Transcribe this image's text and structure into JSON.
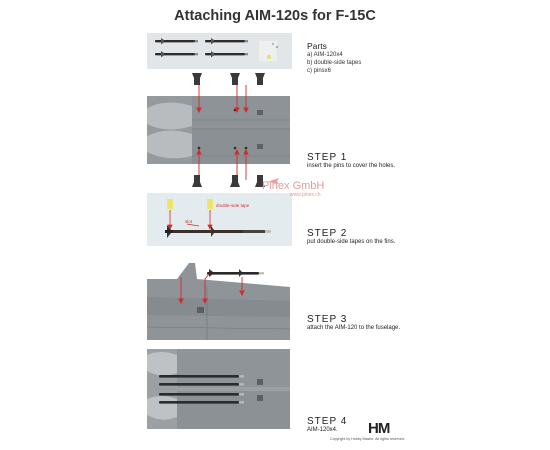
{
  "title": "Attaching AIM-120s for F-15C",
  "parts": {
    "heading": "Parts",
    "items": [
      "a)  AIM-120x4",
      "b) double-side tapes",
      "c) pinsx6"
    ]
  },
  "steps": [
    {
      "heading": "STEP  1",
      "desc": "insert the pins to cover the holes."
    },
    {
      "heading": "STEP  2",
      "desc": "put double-side tapes on the fins."
    },
    {
      "heading": "STEP  3",
      "desc": "attach the AIM-120 to the fuselage."
    },
    {
      "heading": "STEP  4",
      "desc": "AIM-120x4."
    }
  ],
  "annotations": {
    "double_side_tape": "double-side tape",
    "slot": "slot"
  },
  "watermark": {
    "name": "Pinex GmbH",
    "url": "www.pinex.ch"
  },
  "brand": {
    "logo": "HM",
    "copyright": "Copyright by Hobby Master.  All rights reserved."
  },
  "colors": {
    "panel_gray": "#8f9396",
    "arrow_red": "#d42a2a",
    "panel_light": "#e3e8ea"
  }
}
